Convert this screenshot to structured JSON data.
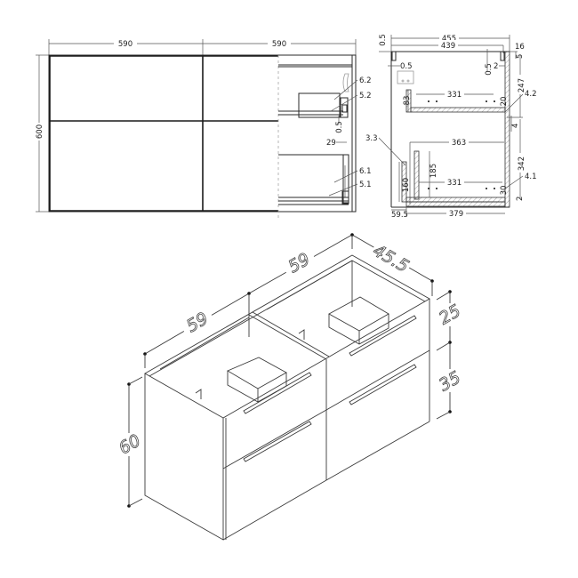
{
  "front_view": {
    "width_left": "590",
    "width_right": "590",
    "height": "600",
    "labels": {
      "c62": "6.2",
      "c52": "5.2",
      "c05": "0.5",
      "c29": "29",
      "c61": "6.1",
      "c51": "5.1"
    }
  },
  "side_view": {
    "top_left_05": "0.5",
    "depth_total": "455",
    "depth_inner": "439",
    "right_16": "16",
    "label_05_inner": "0.5",
    "label_05_right": "0.5",
    "label_2_top": "2",
    "label_5": "5",
    "label_247": "247",
    "upper_drawer_depth": "331",
    "upper_drawer_height": "83",
    "upper_20": "20",
    "label_42": "4.2",
    "label_4": "4",
    "label_33": "3.3",
    "lower_363": "363",
    "lower_185": "185",
    "lower_160": "160",
    "lower_drawer_depth": "331",
    "lower_30": "30",
    "label_342": "342",
    "label_41": "4.1",
    "label_2_bottom": "2",
    "bottom_595": "59.5",
    "bottom_379": "379"
  },
  "iso_view": {
    "width_left": "59",
    "width_right": "59",
    "depth": "45.5",
    "height": "60",
    "upper_drawer": "25",
    "lower_drawer": "35"
  }
}
